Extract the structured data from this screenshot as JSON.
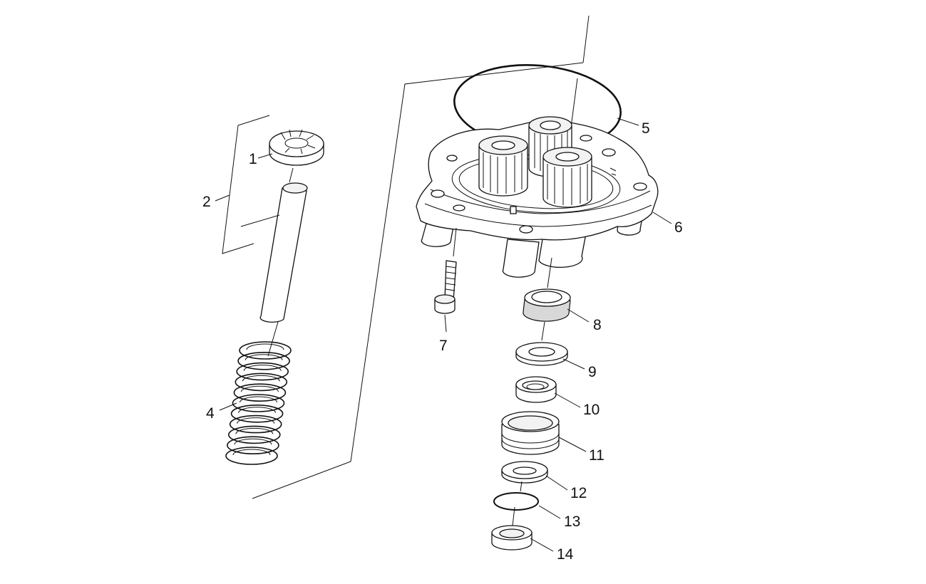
{
  "diagram": {
    "callouts": [
      {
        "id": "1",
        "label": "1"
      },
      {
        "id": "2",
        "label": "2"
      },
      {
        "id": "4",
        "label": "4"
      },
      {
        "id": "5",
        "label": "5"
      },
      {
        "id": "6",
        "label": "6"
      },
      {
        "id": "7",
        "label": "7"
      },
      {
        "id": "8",
        "label": "8"
      },
      {
        "id": "9",
        "label": "9"
      },
      {
        "id": "10",
        "label": "10"
      },
      {
        "id": "11",
        "label": "11"
      },
      {
        "id": "12",
        "label": "12"
      },
      {
        "id": "13",
        "label": "13"
      },
      {
        "id": "14",
        "label": "14"
      }
    ]
  }
}
